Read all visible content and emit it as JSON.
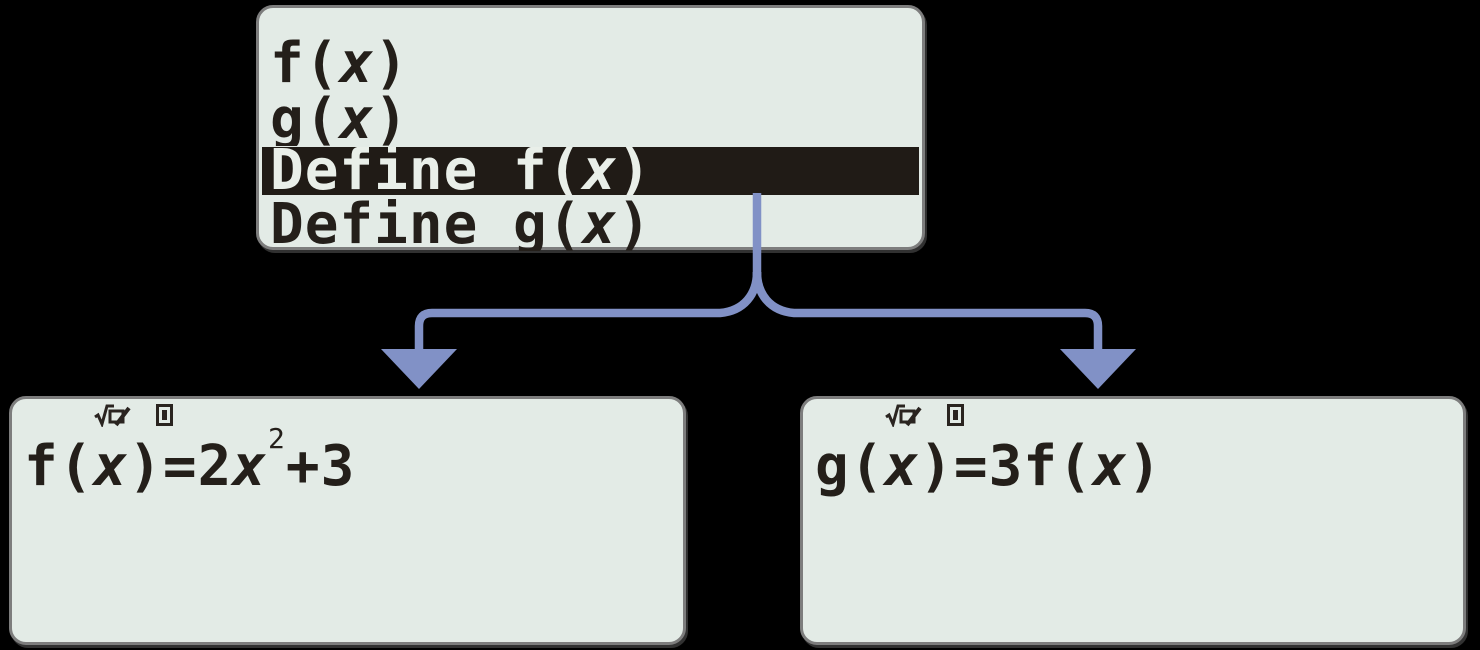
{
  "colors": {
    "page_bg": "#000000",
    "screen_bg": "#e3ebe6",
    "screen_border": "#7d7d7d",
    "screen_text": "#241f1a",
    "selected_bg": "#201b16",
    "selected_text": "#e9efe9",
    "arrow": "#8191c6",
    "icon": "#2a2420"
  },
  "menu_screen": {
    "items": [
      {
        "label": "f(x)"
      },
      {
        "label": "g(x)"
      },
      {
        "label": "Define f(x)"
      },
      {
        "label": "Define g(x)"
      }
    ],
    "selected_index": 2
  },
  "define_f_screen": {
    "status_indicators": [
      "math-input-output",
      "battery"
    ],
    "expression": "f(x)=2x^2+3"
  },
  "define_g_screen": {
    "status_indicators": [
      "math-input-output",
      "battery"
    ],
    "expression": "g(x)=3f(x)"
  }
}
